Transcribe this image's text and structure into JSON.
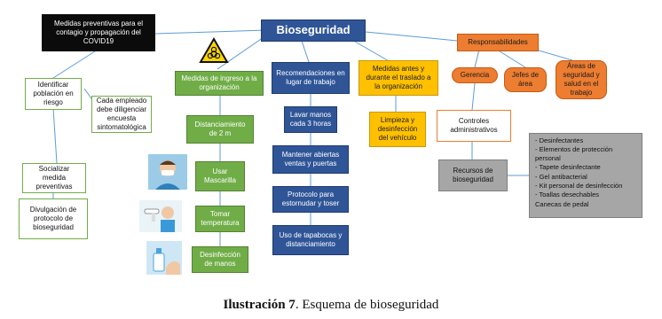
{
  "nodes": {
    "root": "Bioseguridad",
    "medidas_preventivas": "Medidas preventivas para el contagio y propagación del COVID19",
    "identificar": "Identificar población en riesgo",
    "empleado": "Cada empleado debe diligenciar encuesta sintomatológica",
    "socializar": "Socializar medida preventivas",
    "divulgacion": "Divulgación de protocolo de bioseguridad",
    "ingreso": "Medidas de ingreso a la organización",
    "distanciamiento": "Distanciamiento de 2 m",
    "mascarilla": "Usar Mascarilla",
    "temperatura": "Tomar temperatura",
    "desinfeccion": "Desinfección de manos",
    "recomendaciones": "Recomendaciones en lugar de trabajo",
    "lavar": "Lavar manos cada 3 horas",
    "ventanas": "Mantener abiertas ventas y puertas",
    "protocolo": "Protocolo para estornudar y toser",
    "tapabocas": "Uso de tapabocas y distanciamiento",
    "traslado": "Medidas antes y durante el traslado a la organización",
    "limpieza": "Limpieza y desinfección del vehículo",
    "responsabilidades": "Responsabilidades",
    "gerencia": "Gerencia",
    "jefes": "Jefes de área",
    "areas": "Áreas de seguridad y salud en el trabajo",
    "controles": "Controles administrativos",
    "recursos": "Recursos de bioseguridad"
  },
  "recursos_list": [
    "- Desinfectantes",
    "- Elementos de protección personal",
    "- Tapete desinfectante",
    "- Gel antibacterial",
    "- Kit personal de desinfección",
    "- Toallas desechables",
    "Canecas de pedal"
  ],
  "caption": {
    "label": "Ilustración 7",
    "text": ". Esquema de bioseguridad"
  },
  "icons": [
    "biohazard-icon",
    "person-mask-illustration",
    "thermometer-illustration",
    "hand-sanitizer-illustration"
  ],
  "colors": {
    "blue": "#2f5597",
    "green": "#70ad47",
    "yellow": "#ffc000",
    "orange": "#ed7d31",
    "gray": "#a6a6a6",
    "dark": "#0b0b0b",
    "connector": "#5b9bd5"
  }
}
